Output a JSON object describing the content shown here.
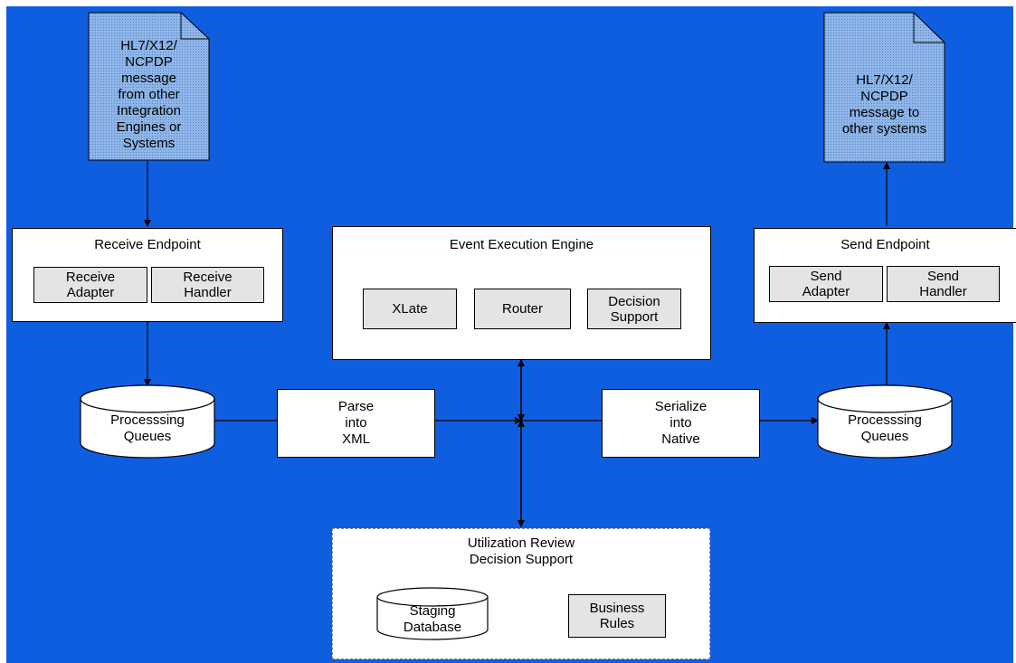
{
  "diagram": {
    "colors": {
      "background": "#0f5ee0",
      "box": "#ffffff",
      "inner_box": "#e4e4e4",
      "document": "#8fb6e8"
    },
    "input_document": {
      "text": "HL7/X12/\nNCPDP\nmessage\nfrom other\nIntegration\nEngines or\nSystems"
    },
    "output_document": {
      "text": "HL7/X12/\nNCPDP\nmessage to\nother systems"
    },
    "receive_endpoint": {
      "title": "Receive Endpoint",
      "adapter": "Receive\nAdapter",
      "handler": "Receive\nHandler"
    },
    "event_engine": {
      "title": "Event Execution Engine",
      "xlate": "XLate",
      "router": "Router",
      "decision_support": "Decision\nSupport"
    },
    "send_endpoint": {
      "title": "Send Endpoint",
      "adapter": "Send\nAdapter",
      "handler": "Send\nHandler"
    },
    "left_queue": {
      "label": "Processsing\nQueues"
    },
    "right_queue": {
      "label": "Processsing\nQueues"
    },
    "parse": {
      "label": "Parse\ninto\nXML"
    },
    "serialize": {
      "label": "Serialize\ninto\nNative"
    },
    "utilization": {
      "title": "Utilization Review\nDecision Support",
      "staging": "Staging\nDatabase",
      "business_rules": "Business\nRules"
    }
  }
}
